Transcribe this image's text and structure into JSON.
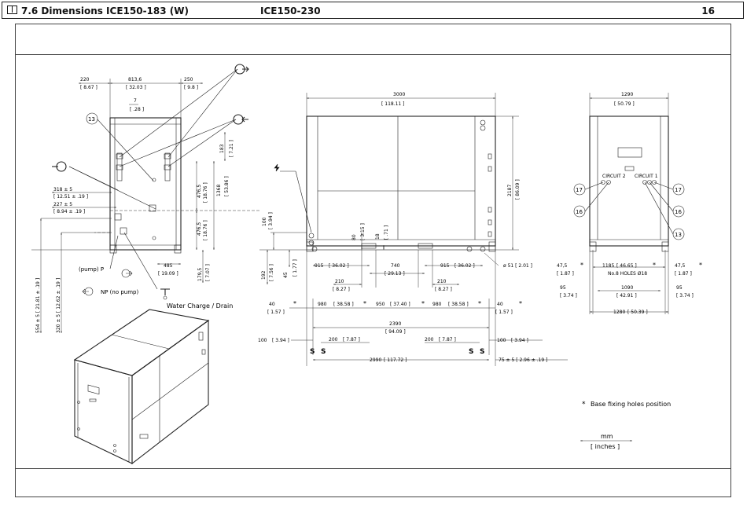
{
  "header": {
    "section_title": "7.6 Dimensions ICE150-183  (W)",
    "model": "ICE150-230",
    "page_number": "16"
  },
  "side_view": {
    "dims": {
      "w220": "220",
      "w220_in": "[ 8.67 ]",
      "w813": "813,6",
      "w813_in": "[ 32.03 ]",
      "w250": "250",
      "w250_in": "[ 9.8 ]",
      "w7": "7",
      "w7_in": "[ .28 ]",
      "h183": "183",
      "h183_in": "[ 7.21 ]",
      "h476a": "476,5",
      "h476a_in": "[ 18.76 ]",
      "h1368": "1368",
      "h1368_in": "[ 53.86 ]",
      "h476b": "476,5",
      "h476b_in": "[ 18.76 ]",
      "h179": "179,5",
      "h179_in": "[ 7.07 ]",
      "w485": "485",
      "w485_in": "[ 19.09 ]",
      "w318": "318  ± 5",
      "w318_in": "[ 12.51   ± .19 ]",
      "w227": "227  ± 5",
      "w227_in": "[ 8.94   ± .19 ]",
      "v554": "554  ± 5  [ 21.81   ± .19 ]",
      "v320": "320  ± 5  [ 12.62   ± .19 ]"
    },
    "callout_13": "13",
    "label_pump": "(pump)  P",
    "label_nopump": "NP  (no  pump)",
    "label_water": "Water Charge / Drain"
  },
  "front_view": {
    "dims": {
      "w3000": "3000",
      "w3000_in": "[ 118.11 ]",
      "h2187": "2187",
      "h2187_in": "[ 86.09 ]",
      "h100": "100",
      "h100_in": "[ 3.94 ]",
      "h80": "80",
      "h80_in": "[ 3.15 ]",
      "h18": "18",
      "h18_in": "[ .71 ]",
      "h192": "192",
      "h192_in": "[ 7.56 ]",
      "h45": "45",
      "h45_in": "[ 1.77 ]",
      "w915a": "915",
      "w915a_in": "[ 36.02 ]",
      "w740": "740",
      "w740_in": "[ 29.13 ]",
      "w915b": "915",
      "w915b_in": "[ 36.02 ]",
      "d51": "ø 51   [ 2.01 ]",
      "w210a": "210",
      "w210a_in": "[ 8.27 ]",
      "w210b": "210",
      "w210b_in": "[ 8.27 ]",
      "w40a": "40",
      "w40a_in": "[ 1.57 ]",
      "w980a": "980",
      "w980a_in": "[ 38.58 ]",
      "w950": "950",
      "w950_in": "[ 37.40 ]",
      "w980b": "980",
      "w980b_in": "[ 38.58 ]",
      "w40b": "40",
      "w40b_in": "[ 1.57 ]",
      "w2390": "2390",
      "w2390_in": "[ 94.09 ]",
      "w100a": "100",
      "w100a_in": "[ 3.94 ]",
      "w200a": "200",
      "w200a_in": "[ 7.87 ]",
      "w200b": "200",
      "w200b_in": "[ 7.87 ]",
      "w100b": "100",
      "w100b_in": "[ 3.94 ]",
      "w2990": "2990",
      "w2990_in": "[ 117.72 ]",
      "w75": "75  ± 5   [ 2.96   ± .19 ]"
    },
    "mark_s": "S",
    "mark_star": "*"
  },
  "end_view": {
    "dims": {
      "w1290": "1290",
      "w1290_in": "[ 50.79 ]",
      "w47a": "47,5",
      "w47a_in": "[ 1.87 ]",
      "w1185": "1185",
      "w1185_in": "[ 46.65 ]",
      "holes": "No.8 HOLES Ø18",
      "w47b": "47,5",
      "w47b_in": "[ 1.87 ]",
      "w95a": "95",
      "w95a_in": "[ 3.74 ]",
      "w1090": "1090",
      "w1090_in": "[ 42.91 ]",
      "w95b": "95",
      "w95b_in": "[ 3.74 ]",
      "w1280": "1280",
      "w1280_in": "[ 50.39 ]"
    },
    "circuit2": "CIRCUIT  2",
    "circuit1": "CIRCUIT  1",
    "callout_17": "17",
    "callout_16": "16",
    "callout_13": "13"
  },
  "notes": {
    "star": "*",
    "base_fixing": "Base fixing holes position",
    "unit_mm": "mm",
    "unit_in": "[ inches ]"
  }
}
